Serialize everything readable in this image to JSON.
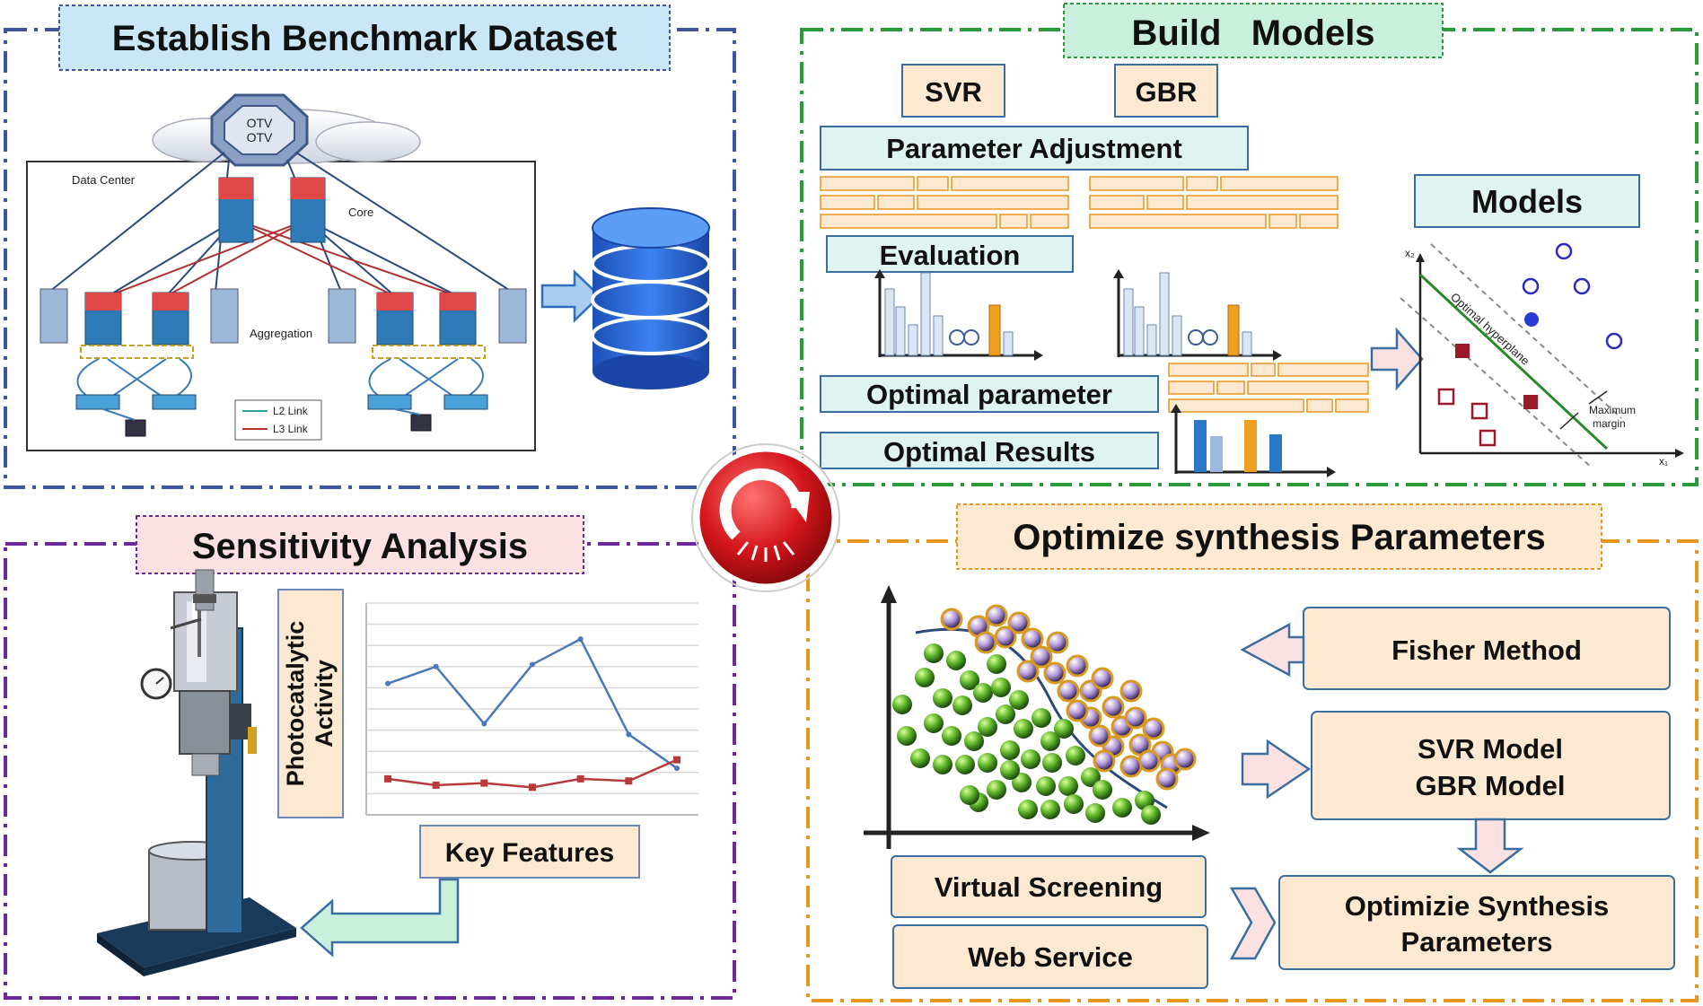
{
  "colors": {
    "blue_panel": "#3b55a0",
    "green_panel": "#2a9a3a",
    "purple_panel": "#6a2a9a",
    "orange_panel": "#e8961e",
    "title_blue_bg": "#c9e7f6",
    "title_green_bg": "#c9f0dc",
    "title_pink_bg": "#fbe1e1",
    "box_peach_bg": "#fde9d2",
    "box_cyan_bg": "#dff3f1",
    "center_red": "#c8141a",
    "bar_blue": "#2a78c8",
    "bar_orange": "#f0a020",
    "line_blue": "#4a78b8",
    "line_red": "#b83a3a"
  },
  "panels": {
    "benchmark": {
      "title": "Establish Benchmark Dataset",
      "network": {
        "data_center": "Data Center",
        "core": "Core",
        "aggregation": "Aggregation",
        "otv": "OTV",
        "legend_l2": "L2 Link",
        "legend_l3": "L3 Link"
      },
      "icons": [
        "network-diagram",
        "database-icon",
        "right-arrow-icon"
      ]
    },
    "build_models": {
      "title": "Build   Models",
      "model_a": "SVR",
      "model_b": "GBR",
      "parameter_adjustment": "Parameter Adjustment",
      "evaluation": "Evaluation",
      "optimal_parameter": "Optimal parameter",
      "optimal_results": "Optimal Results",
      "models": "Models",
      "svm": {
        "x_axis": "x₁",
        "y_axis": "x₂",
        "hyperplane": "Optimal hyperplane",
        "margin": "Maximum margin"
      }
    },
    "sensitivity": {
      "title": "Sensitivity Analysis",
      "y_label": "Photocatalytic Activity",
      "key_features": "Key Features",
      "icons": [
        "reactor-image",
        "left-arrow-icon"
      ]
    },
    "optimize": {
      "title": "Optimize synthesis Parameters",
      "fisher": "Fisher Method",
      "svr_model": "SVR Model",
      "gbr_model": "GBR Model",
      "optimize_box_line1": "Optimizie Synthesis",
      "optimize_box_line2": "Parameters",
      "virtual_screening": "Virtual Screening",
      "web_service": "Web Service"
    }
  },
  "center_icon": "refresh-cycle-icon",
  "chart_data": [
    {
      "type": "line",
      "title": "",
      "xlabel": "",
      "ylabel": "Photocatalytic Activity",
      "x": [
        1,
        2,
        3,
        4,
        5,
        6,
        7
      ],
      "series": [
        {
          "values": [
            6.2,
            7.0,
            4.3,
            7.1,
            8.3,
            3.8,
            2.2
          ]
        },
        {
          "values": [
            1.7,
            1.4,
            1.5,
            1.3,
            1.7,
            1.6,
            2.6
          ]
        }
      ],
      "ylim": [
        0,
        10
      ],
      "grid": true
    }
  ]
}
